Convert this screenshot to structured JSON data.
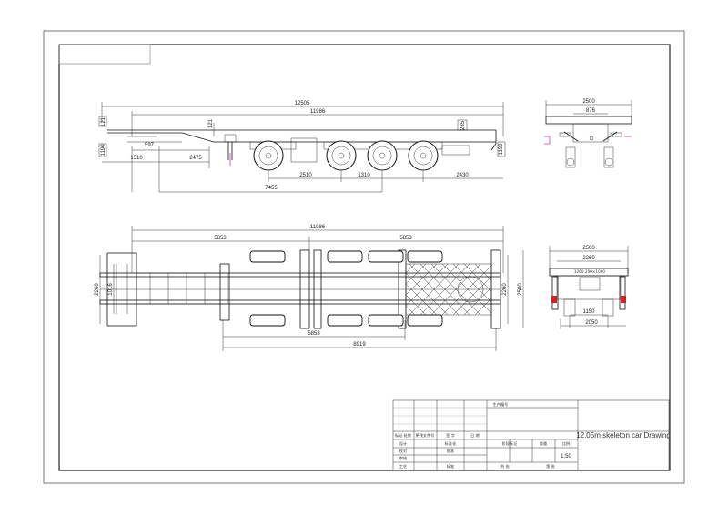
{
  "side_view": {
    "overall_length": "12505",
    "frame_length": "11986",
    "height_front": "1190",
    "front_gap": "121",
    "kingpin_height": "121",
    "rear_height": "1190",
    "container_height": "235",
    "kingpin_offset": "597",
    "front_overhang": "1310",
    "gooseneck": "2475",
    "kingpin_to_axle": "7455",
    "axle_spread": "2510",
    "axle_spacing": "1310",
    "rear_overhang": "2430"
  },
  "front_view": {
    "width": "2500",
    "inner_width": "876"
  },
  "top_view": {
    "frame_length": "11986",
    "front_section": "5853",
    "rear_section": "5853",
    "lower_span": "5853",
    "twistlock_span": "8919",
    "front_width": "2260",
    "front_inner_width": "1016",
    "rear_width_inner": "2260",
    "rear_width": "2500"
  },
  "rear_view": {
    "width": "2500",
    "light_width": "2260",
    "plate_label": "1260 200×1000",
    "wheel_track": "1150",
    "axle_width": "2050"
  },
  "title_block": {
    "top_label": "生产编号",
    "drawing_title": "12.05m skeleton car Drawing",
    "row_headers": [
      "标记 处数",
      "更改文件号",
      "签 字",
      "日 期"
    ],
    "role_labels": [
      "设计",
      "校对",
      "审核",
      "工艺",
      "标准化",
      "批准",
      "标准"
    ],
    "stage_label": "阶段标记",
    "weight_label": "重量",
    "scale_label": "比例",
    "scale_value": "1:50",
    "sheet_label_1": "共 张",
    "sheet_label_2": "第 张"
  }
}
